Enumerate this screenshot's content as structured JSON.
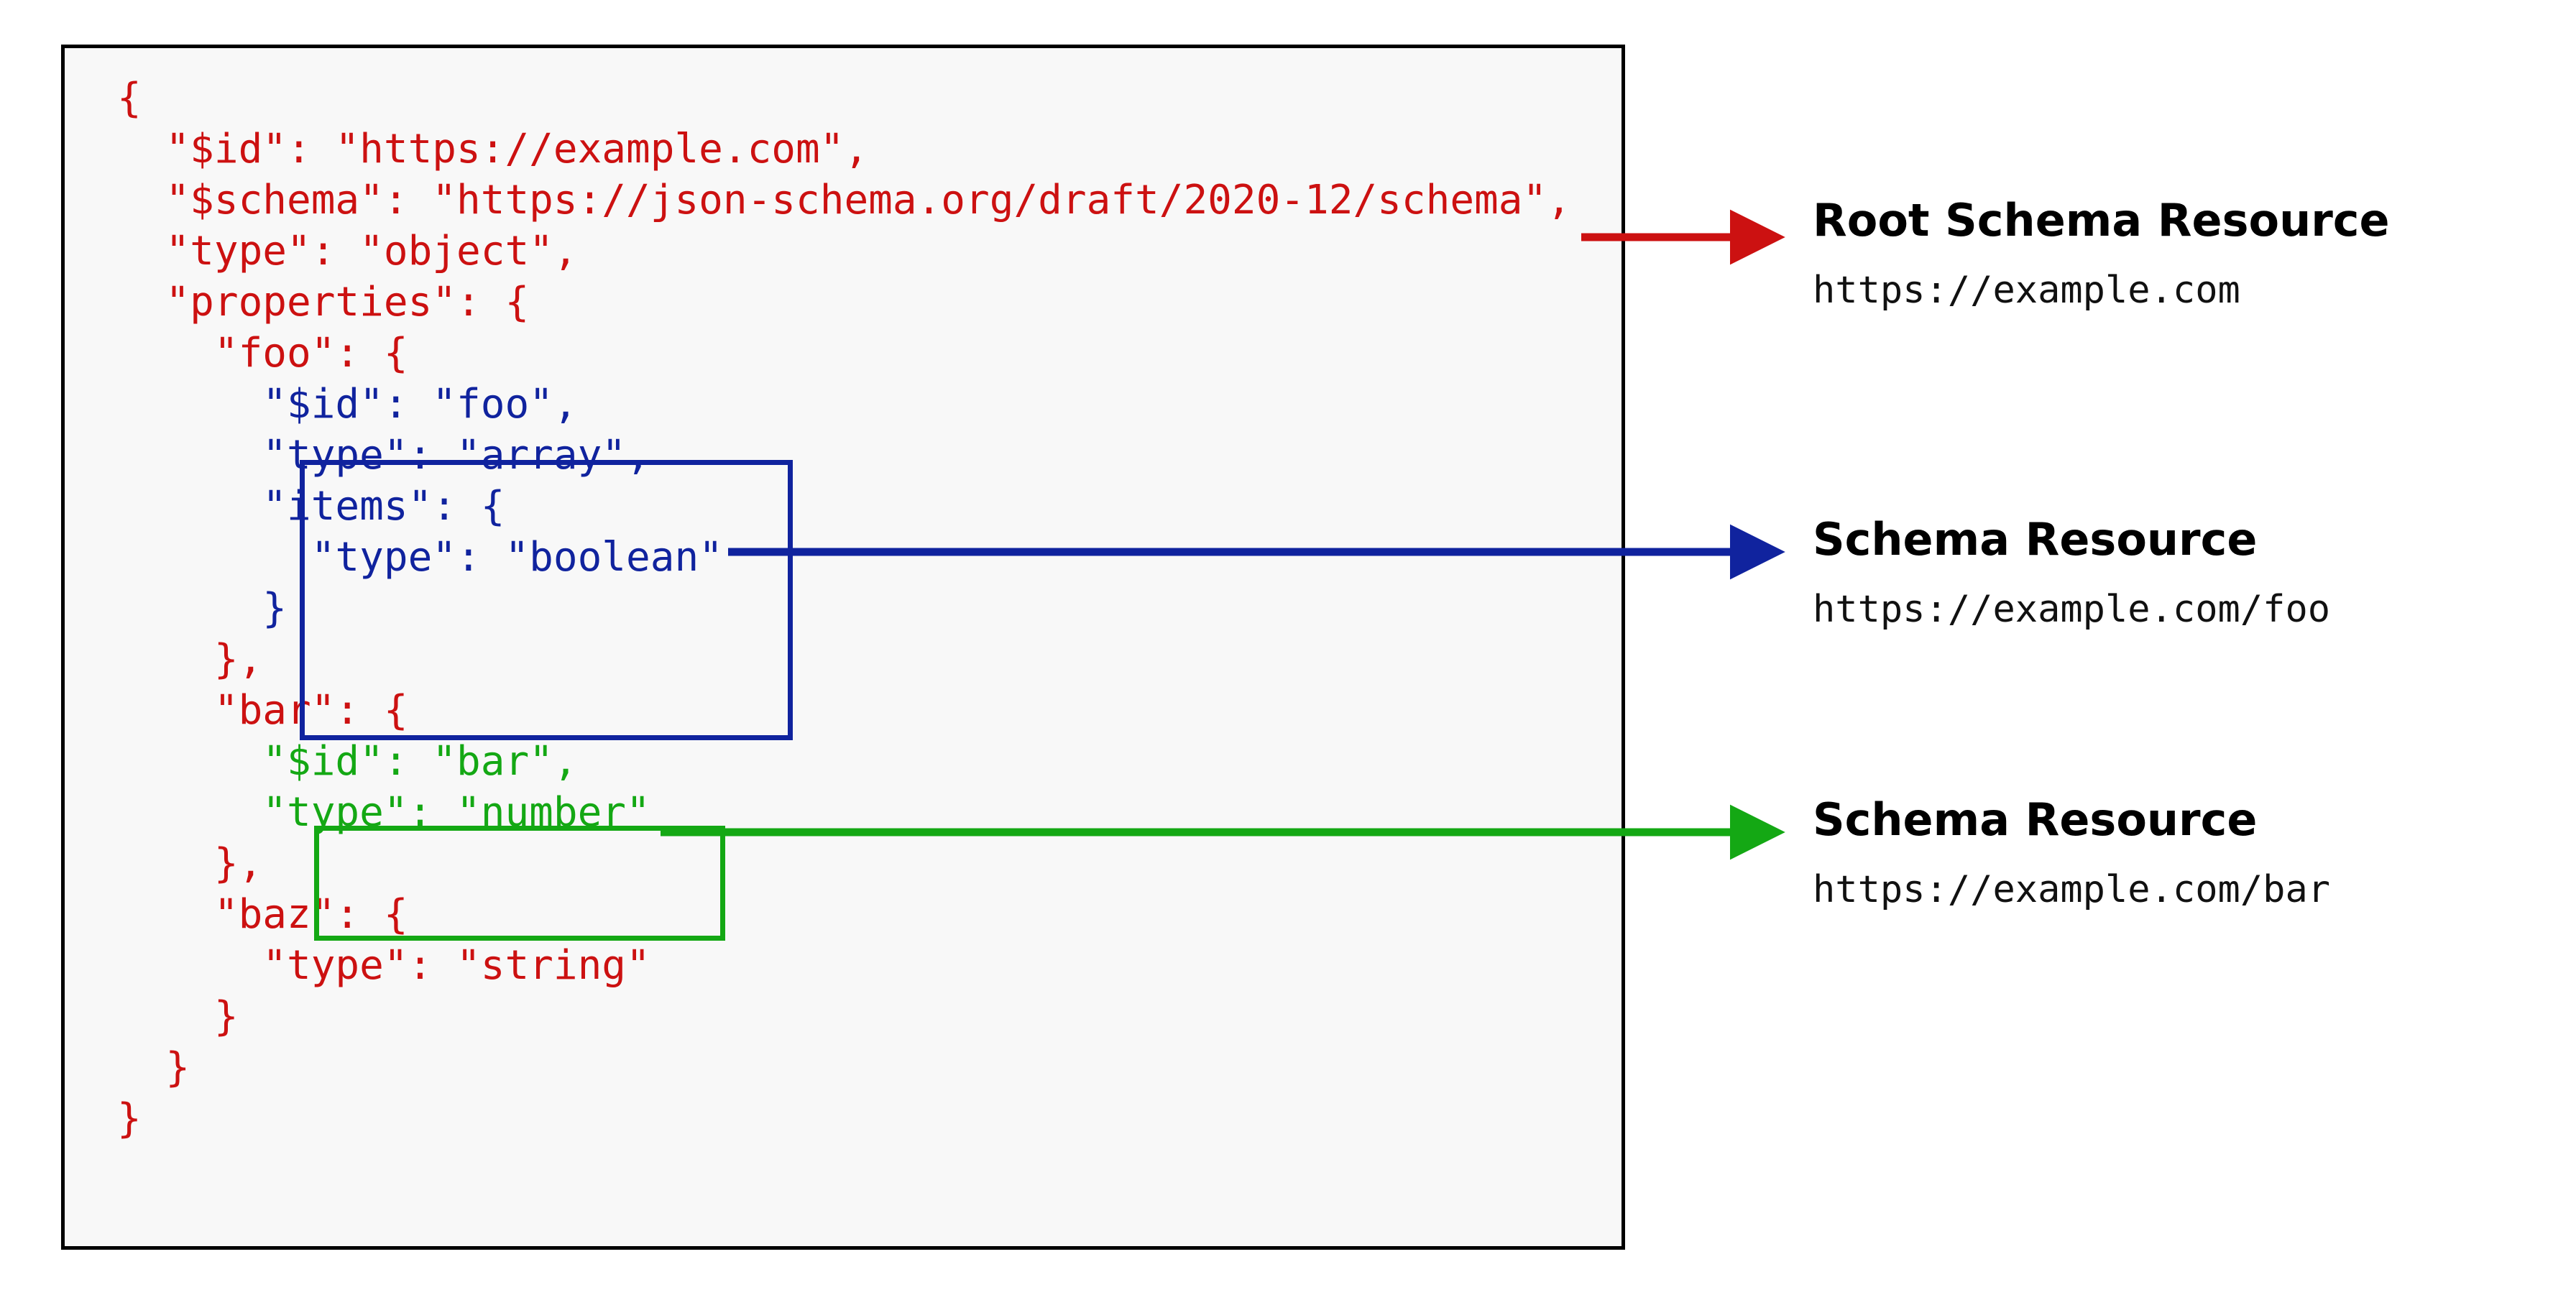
{
  "panel": {
    "background_color": "#f8f8f8",
    "border_color": "#000000"
  },
  "colors": {
    "root_schema": "#cc1111",
    "foo_schema": "#10239e",
    "bar_schema": "#14a814",
    "label_text": "#000000"
  },
  "code": {
    "language": "json",
    "lines": [
      {
        "indent": 0,
        "text": "{",
        "color": "red"
      },
      {
        "indent": 1,
        "text": "\"$id\": \"https://example.com\",",
        "color": "red"
      },
      {
        "indent": 1,
        "text": "\"$schema\": \"https://json-schema.org/draft/2020-12/schema\",",
        "color": "red"
      },
      {
        "indent": 1,
        "text": "\"type\": \"object\",",
        "color": "red"
      },
      {
        "indent": 1,
        "text": "\"properties\": {",
        "color": "red"
      },
      {
        "indent": 2,
        "text": "\"foo\": {",
        "color": "red"
      },
      {
        "indent": 3,
        "text": "\"$id\": \"foo\",",
        "color": "blue"
      },
      {
        "indent": 3,
        "text": "\"type\": \"array\",",
        "color": "blue"
      },
      {
        "indent": 3,
        "text": "\"items\": {",
        "color": "blue"
      },
      {
        "indent": 4,
        "text": "\"type\": \"boolean\"",
        "color": "blue"
      },
      {
        "indent": 3,
        "text": "}",
        "color": "blue"
      },
      {
        "indent": 2,
        "text": "},",
        "color": "red"
      },
      {
        "indent": 2,
        "text": "\"bar\": {",
        "color": "red"
      },
      {
        "indent": 3,
        "text": "\"$id\": \"bar\",",
        "color": "green"
      },
      {
        "indent": 3,
        "text": "\"type\": \"number\"",
        "color": "green"
      },
      {
        "indent": 2,
        "text": "},",
        "color": "red"
      },
      {
        "indent": 2,
        "text": "\"baz\": {",
        "color": "red"
      },
      {
        "indent": 3,
        "text": "\"type\": \"string\"",
        "color": "red"
      },
      {
        "indent": 2,
        "text": "}",
        "color": "red"
      },
      {
        "indent": 1,
        "text": "}",
        "color": "red"
      },
      {
        "indent": 0,
        "text": "}",
        "color": "red"
      }
    ]
  },
  "highlight_boxes": [
    {
      "name": "foo-schema-box",
      "color": "#10239e"
    },
    {
      "name": "bar-schema-box",
      "color": "#14a814"
    }
  ],
  "labels": [
    {
      "title": "Root Schema Resource",
      "uri": "https://example.com",
      "color": "#cc1111"
    },
    {
      "title": "Schema Resource",
      "uri": "https://example.com/foo",
      "color": "#10239e"
    },
    {
      "title": "Schema Resource",
      "uri": "https://example.com/bar",
      "color": "#14a814"
    }
  ],
  "arrows": [
    {
      "name": "root-schema-arrow",
      "color": "#cc1111",
      "from": "schema-keyword-line",
      "to": "Root Schema Resource"
    },
    {
      "name": "foo-schema-arrow",
      "color": "#10239e",
      "from": "foo-schema-box",
      "to": "Schema Resource (foo)"
    },
    {
      "name": "bar-schema-arrow",
      "color": "#14a814",
      "from": "bar-schema-box",
      "to": "Schema Resource (bar)"
    }
  ]
}
